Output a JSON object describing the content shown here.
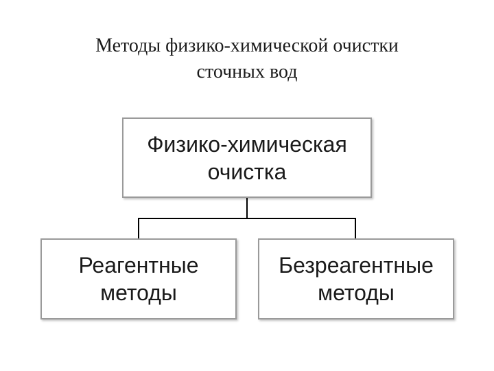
{
  "title": {
    "line1": "Методы физико-химической очистки",
    "line2": "сточных вод"
  },
  "diagram": {
    "root": {
      "line1": "Физико-химическая",
      "line2": "очистка"
    },
    "children": [
      {
        "line1": "Реагентные",
        "line2": "методы"
      },
      {
        "line1": "Безреагентные",
        "line2": "методы"
      }
    ]
  }
}
